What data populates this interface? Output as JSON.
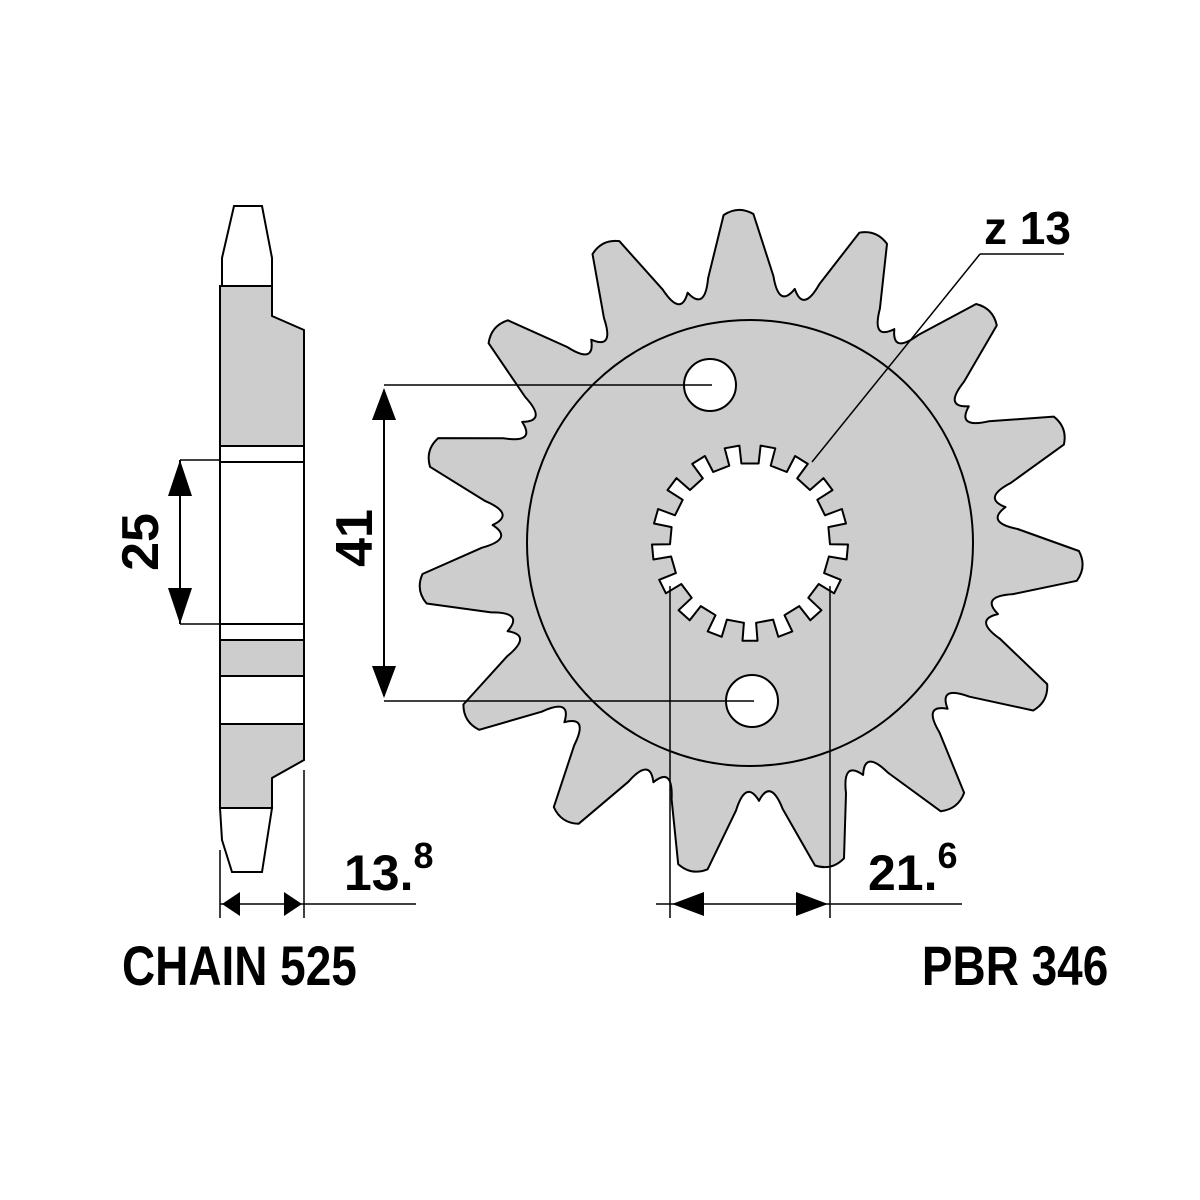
{
  "chain_label": "CHAIN 525",
  "part_label": "PBR 346",
  "teeth_label": "z 13",
  "dimensions": {
    "hub_width": "25",
    "bolt_spacing": "41",
    "thickness_main": "13.",
    "thickness_sup": "8",
    "spline_main": "21.",
    "spline_sup": "6"
  },
  "colors": {
    "fill": "#cdcdcd",
    "stroke": "#000000",
    "background": "#ffffff"
  }
}
